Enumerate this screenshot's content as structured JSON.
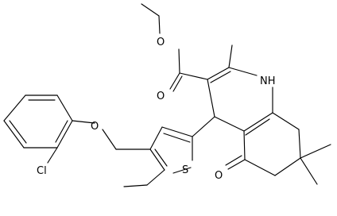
{
  "structure": {
    "atom_labels": {
      "ester_o_single": "O",
      "ester_o_double": "O",
      "nh": "NH",
      "ketone_o": "O",
      "ether_o": "O",
      "thiophene_s": "S",
      "chlorine": "Cl"
    }
  }
}
